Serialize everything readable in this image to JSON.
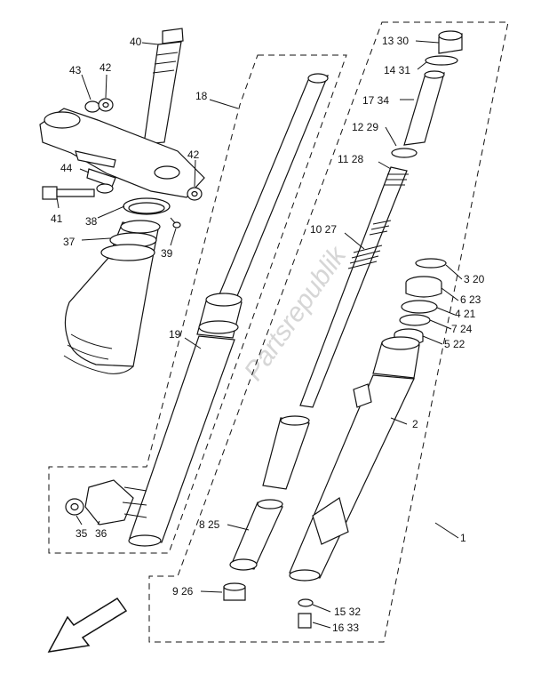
{
  "watermark": "Partsrepublik",
  "callouts": [
    {
      "id": "c40",
      "text": "40"
    },
    {
      "id": "c43",
      "text": "43"
    },
    {
      "id": "c42a",
      "text": "42"
    },
    {
      "id": "c44",
      "text": "44"
    },
    {
      "id": "c42b",
      "text": "42"
    },
    {
      "id": "c41",
      "text": "41"
    },
    {
      "id": "c38",
      "text": "38"
    },
    {
      "id": "c39",
      "text": "39"
    },
    {
      "id": "c37",
      "text": "37"
    },
    {
      "id": "c18",
      "text": "18"
    },
    {
      "id": "c19",
      "text": "19"
    },
    {
      "id": "c35",
      "text": "35"
    },
    {
      "id": "c36",
      "text": "36"
    },
    {
      "id": "c13_30",
      "text": "13 30"
    },
    {
      "id": "c14_31",
      "text": "14 31"
    },
    {
      "id": "c17_34",
      "text": "17 34"
    },
    {
      "id": "c12_29",
      "text": "12 29"
    },
    {
      "id": "c11_28",
      "text": "11 28"
    },
    {
      "id": "c10_27",
      "text": "10 27"
    },
    {
      "id": "c3_20",
      "text": "3 20"
    },
    {
      "id": "c6_23",
      "text": "6 23"
    },
    {
      "id": "c4_21",
      "text": "4 21"
    },
    {
      "id": "c7_24",
      "text": "7 24"
    },
    {
      "id": "c5_22",
      "text": "5 22"
    },
    {
      "id": "c2",
      "text": "2"
    },
    {
      "id": "c1",
      "text": "1"
    },
    {
      "id": "c8_25",
      "text": "8 25"
    },
    {
      "id": "c9_26",
      "text": "9 26"
    },
    {
      "id": "c15_32",
      "text": "15 32"
    },
    {
      "id": "c16_33",
      "text": "16 33"
    }
  ]
}
